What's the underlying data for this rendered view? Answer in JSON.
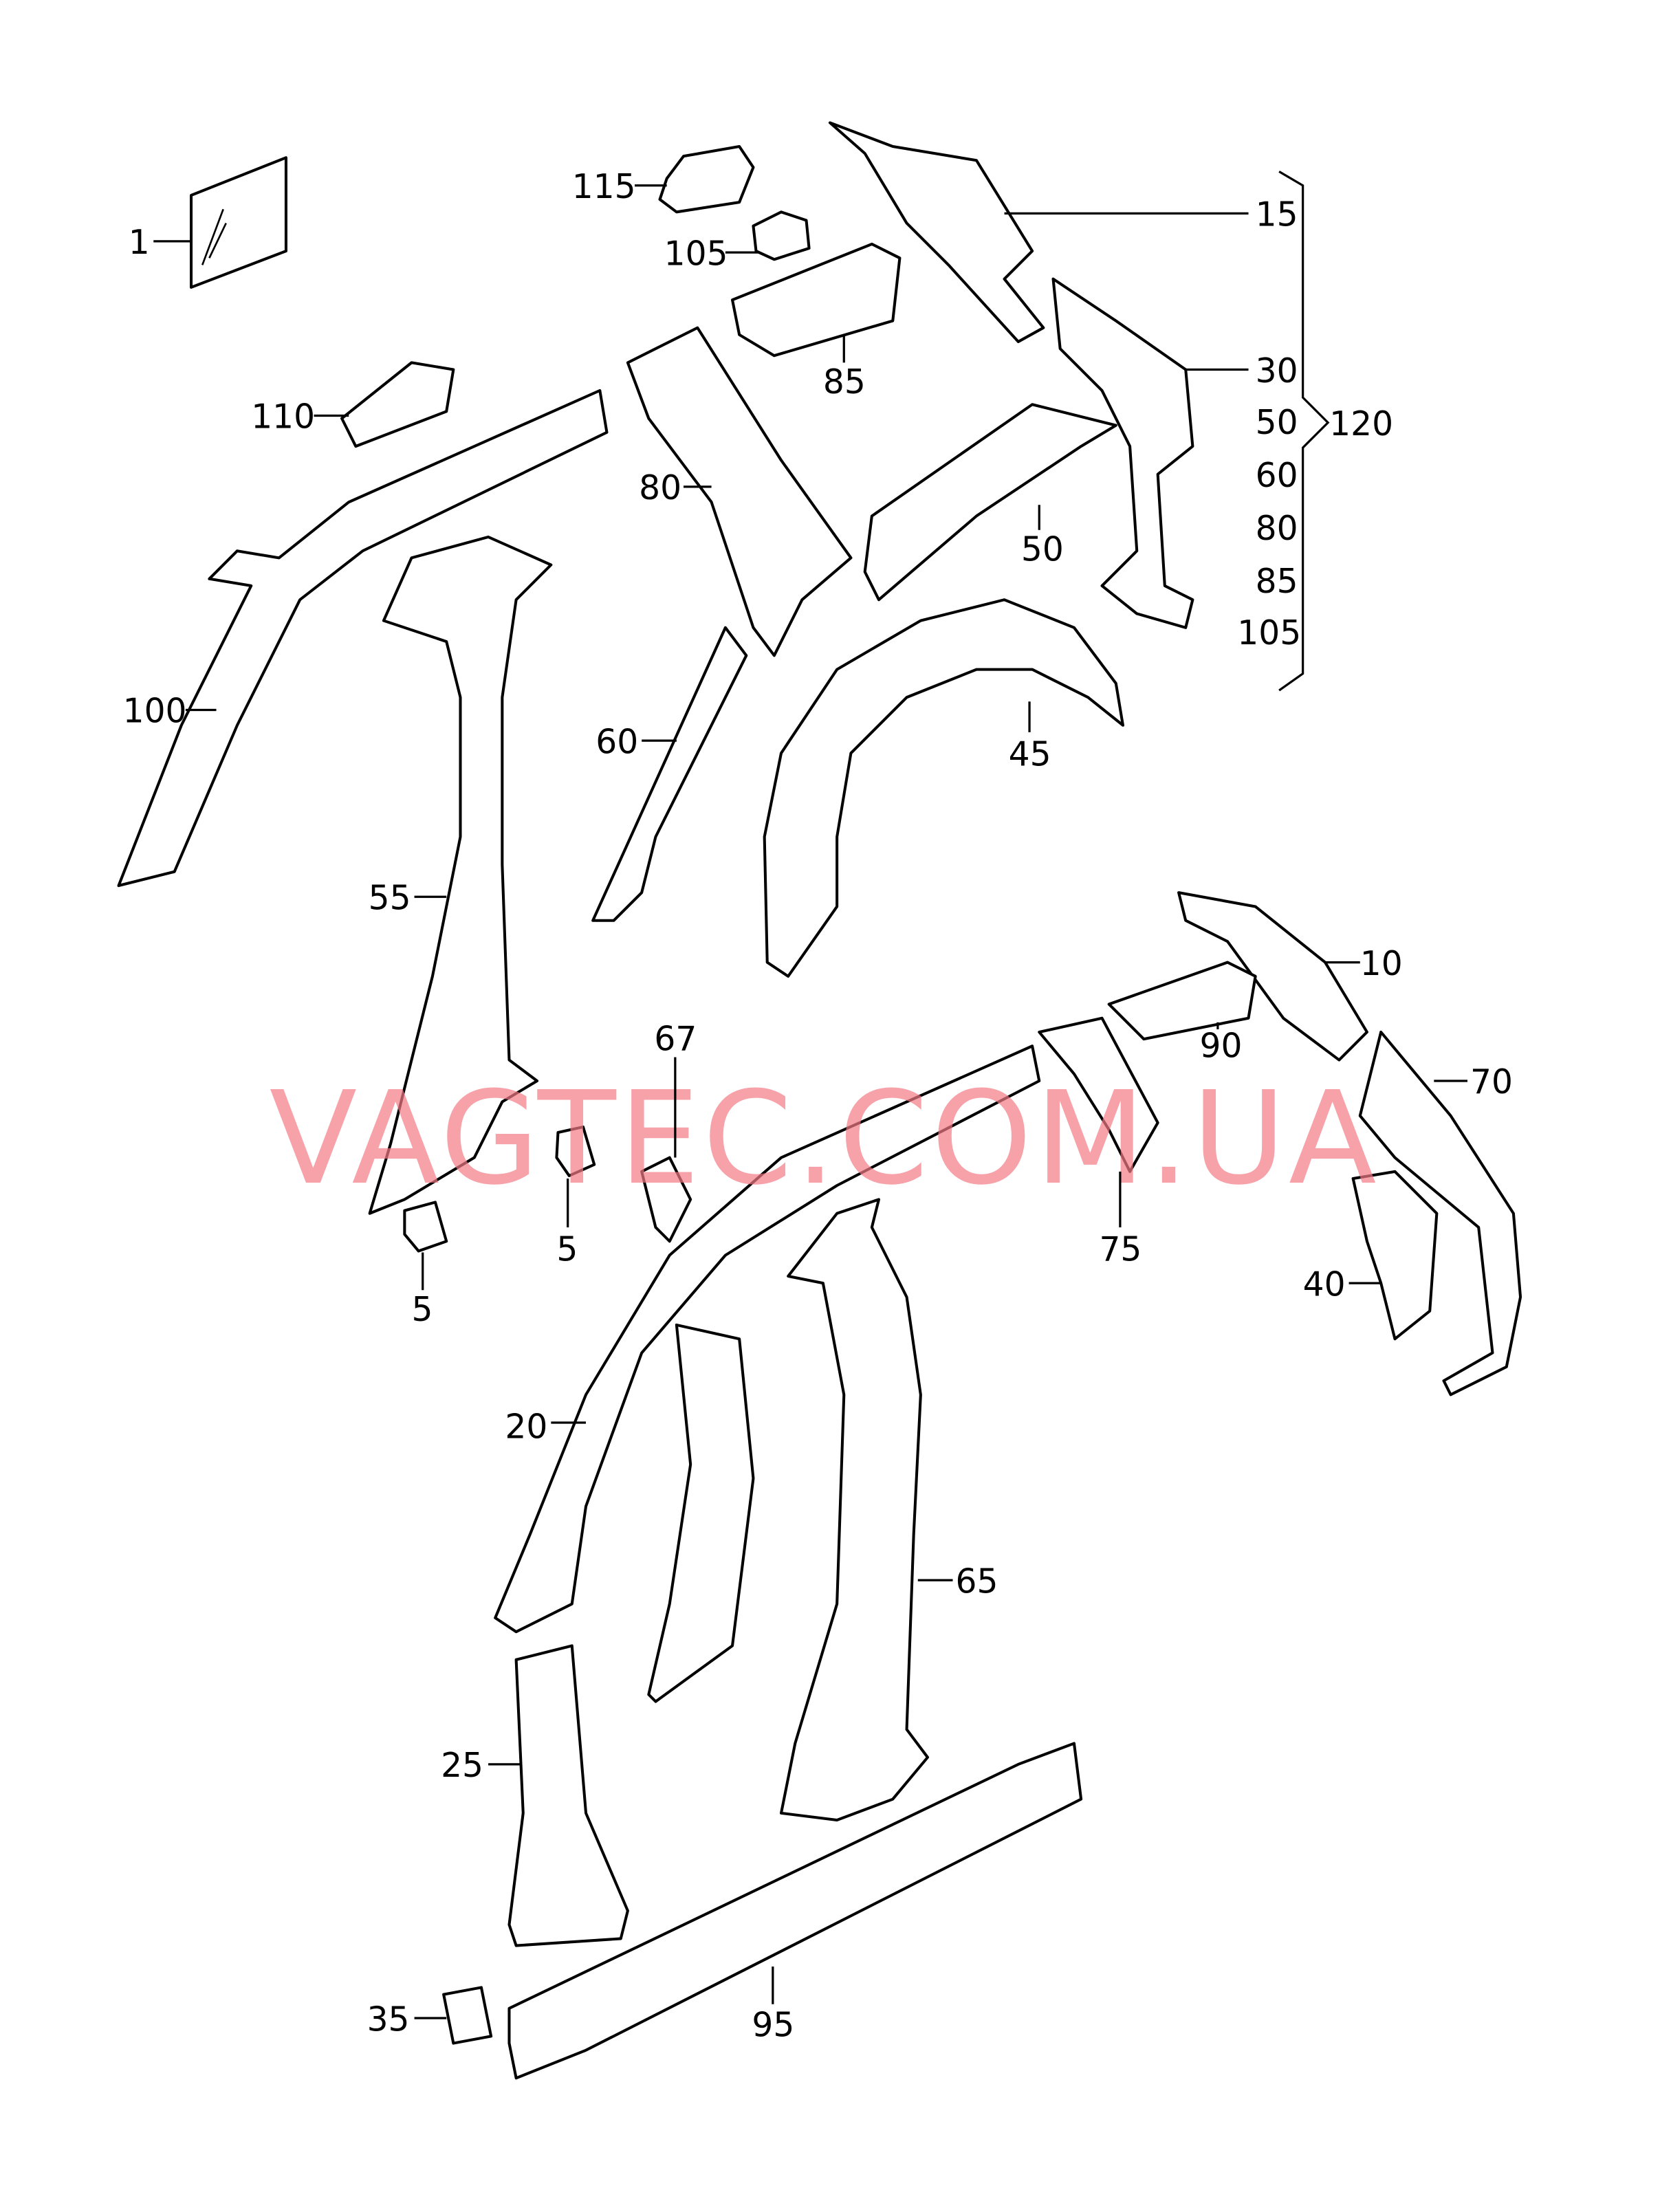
{
  "diagram": {
    "watermark": "VAGTEC.COM.UA",
    "labels": {
      "p1": "1",
      "p115": "115",
      "p105": "105",
      "p15": "15",
      "p85": "85",
      "p110": "110",
      "p30": "30",
      "p80": "80",
      "p50": "50",
      "p100": "100",
      "p60": "60",
      "p45": "45",
      "p55": "55",
      "p10": "10",
      "p90": "90",
      "p70": "70",
      "p67": "67",
      "p75": "75",
      "p5a": "5",
      "p5b": "5",
      "p40": "40",
      "p20": "20",
      "p65": "65",
      "p25": "25",
      "p35": "35",
      "p95": "95"
    },
    "group": {
      "assembly": "120",
      "members": [
        "30",
        "50",
        "60",
        "80",
        "85",
        "105"
      ]
    }
  }
}
